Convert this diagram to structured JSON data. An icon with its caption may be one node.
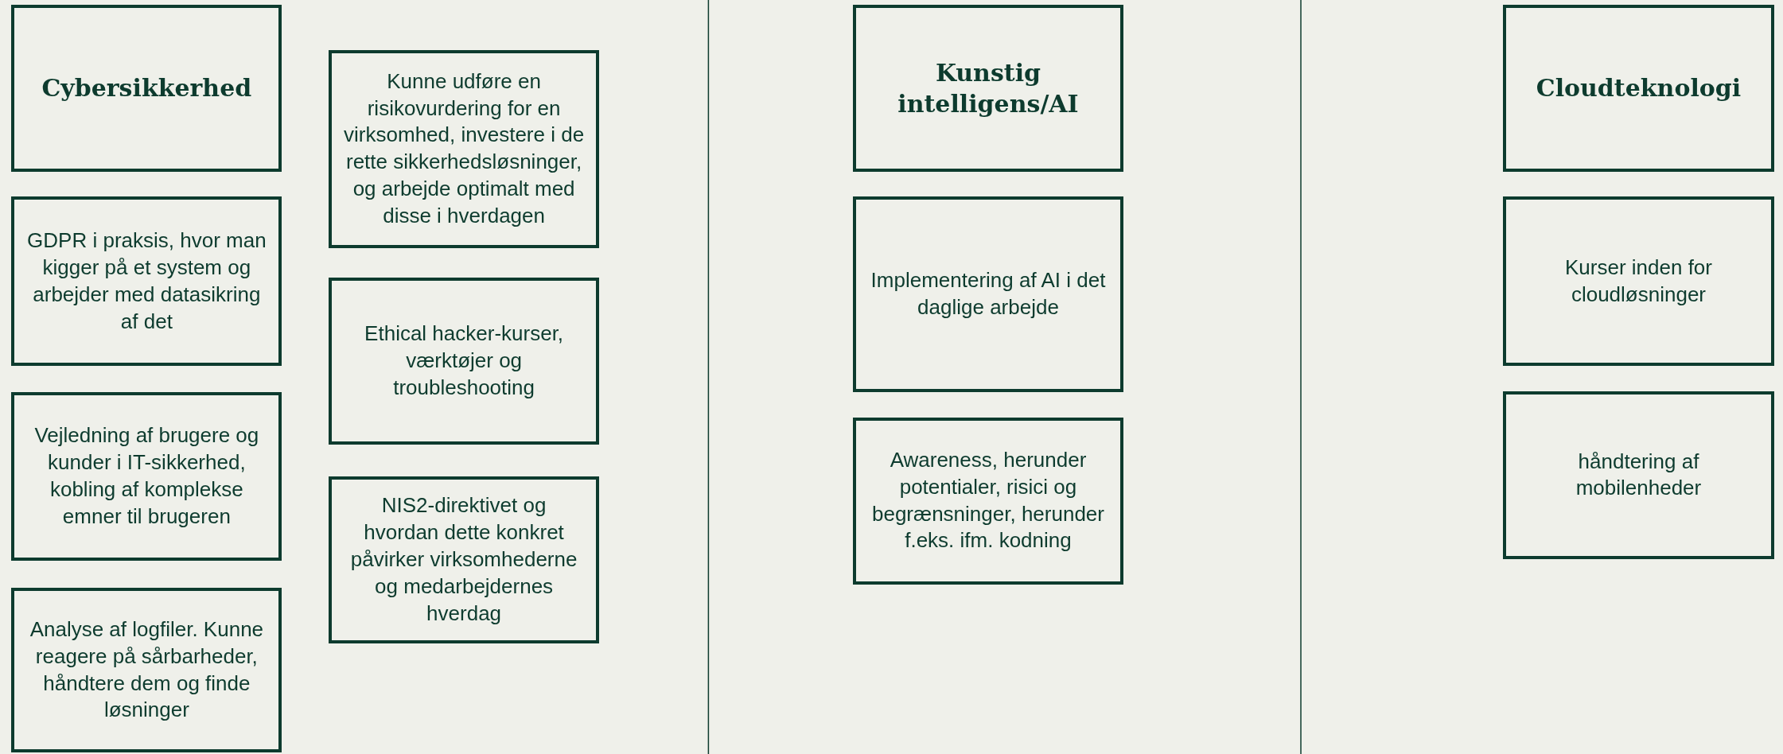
{
  "diagram": {
    "nodes": [
      {
        "text": [
          "Cybersikkerhed"
        ]
      },
      {
        "text": [
          "GDPR i praksis, hvor man kigger på et system og arbejder med datasikring af det"
        ]
      },
      {
        "text": [
          "Vejledning af brugere og kunder i IT-sikkerhed, kobling af komplekse emner til brugeren"
        ]
      },
      {
        "text": [
          "Analyse af logfiler. Kunne reagere på sårbarheder, håndtere dem og finde løsninger"
        ]
      },
      {
        "text": [
          "Kunne udføre en risikovurdering for en virksomhed, investere i de rette sikkerhedsløsninger, og arbejde optimalt med disse i hverdagen"
        ]
      },
      {
        "text": [
          "Ethical hacker-kurser, værktøjer og troubleshooting"
        ]
      },
      {
        "text": [
          "NIS2-direktivet og hvordan dette konkret påvirker virksomhederne og medarbejdernes hverdag"
        ]
      },
      {
        "text": [
          "Kunstig intelligens/AI"
        ]
      },
      {
        "text": [
          "Implementering af AI i det daglige arbejde"
        ]
      },
      {
        "text": [
          "Awareness, herunder potentialer, risici og begrænsninger, herunder f.eks. ifm. kodning"
        ]
      },
      {
        "text": [
          "Cloudteknologi"
        ]
      },
      {
        "text": [
          "Kurser inden for cloudløsninger"
        ]
      },
      {
        "text": [
          "håndtering af mobilenheder"
        ]
      }
    ],
    "edges": []
  }
}
